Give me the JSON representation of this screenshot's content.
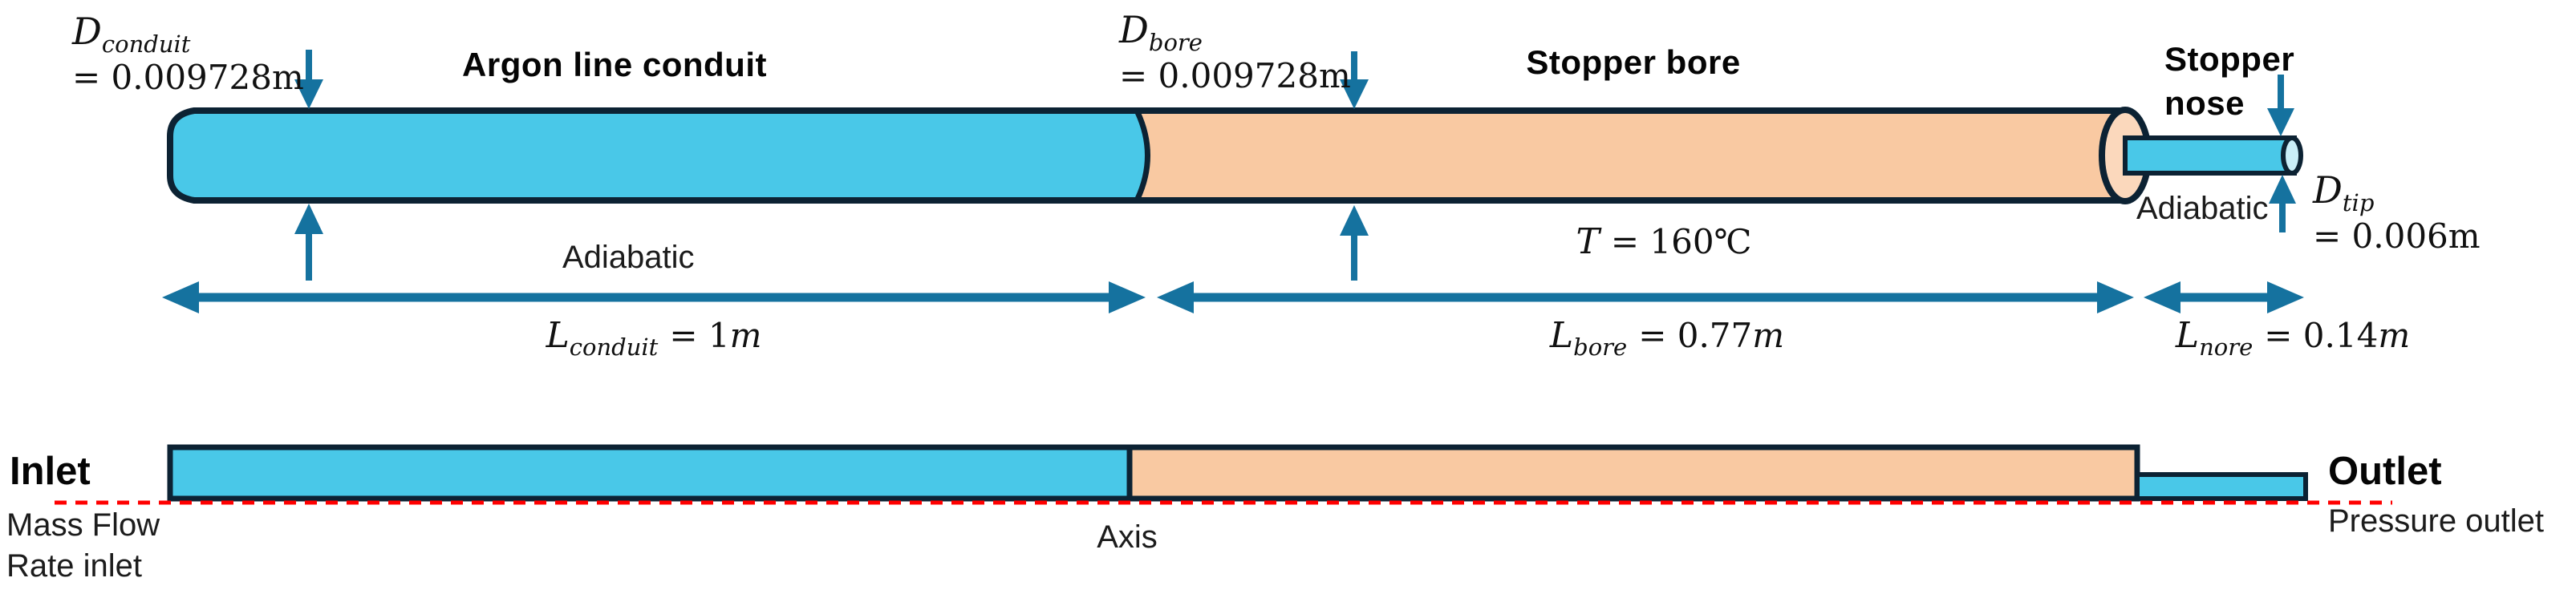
{
  "colors": {
    "conduit_fill": "#49c8e8",
    "bore_fill": "#f9c9a2",
    "bore_cap_fill": "#fbd8bc",
    "nose_cap_fill": "#c9eef8",
    "outline": "#0c2233",
    "arrow": "#15729f",
    "axis_red": "#ff0000",
    "text": "#161616"
  },
  "top_view": {
    "conduit_heading": "Argon line conduit",
    "bore_heading": "Stopper bore",
    "nose_heading": "Stopper nose",
    "adiabatic_conduit": "Adiabatic",
    "adiabatic_nose": "Adiabatic",
    "temperature": {
      "symbol": "T",
      "value": "= 160℃"
    },
    "d_conduit": {
      "symbol": "D",
      "subscript": "conduit",
      "value": "= 0.009728m"
    },
    "d_bore": {
      "symbol": "D",
      "subscript": "bore",
      "value": "= 0.009728m"
    },
    "d_tip": {
      "symbol": "D",
      "subscript": "tip",
      "value": "= 0.006m"
    }
  },
  "dimensions": {
    "l_conduit": {
      "symbol": "L",
      "subscript": "conduit",
      "eq": "= 1",
      "unit": "m"
    },
    "l_bore": {
      "symbol": "L",
      "subscript": "bore",
      "eq": "= 0.77",
      "unit": "m"
    },
    "l_nose": {
      "symbol": "L",
      "subscript": "nore",
      "eq": "= 0.14",
      "unit": "m"
    }
  },
  "bottom_view": {
    "inlet_label": "Inlet",
    "inlet_sub": "Mass Flow Rate inlet",
    "axis_label": "Axis",
    "outlet_label": "Outlet",
    "outlet_sub": "Pressure outlet"
  }
}
